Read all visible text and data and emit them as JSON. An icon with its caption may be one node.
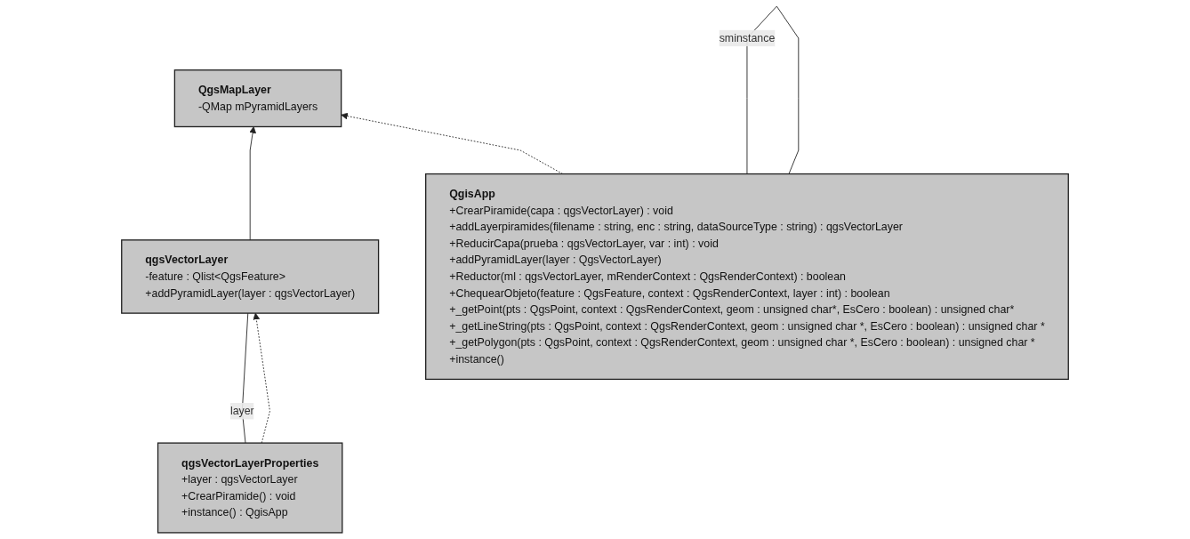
{
  "diagram": {
    "nodes": [
      {
        "text": [
          "qgsVectorLayer",
          "-feature : Qlist<QgsFeature>",
          "+addPyramidLayer(layer : qgsVectorLayer)"
        ]
      },
      {
        "text": [
          "QgsMapLayer",
          "-QMap mPyramidLayers"
        ]
      },
      {
        "text": [
          "qgsVectorLayerProperties",
          "+layer : qgsVectorLayer",
          "+CrearPiramide() : void",
          "+instance() : QgisApp"
        ]
      },
      {
        "text": [
          "QgisApp",
          "+CrearPiramide(capa : qgsVectorLayer) : void",
          "+addLayerpiramides(filename : string, enc : string, dataSourceType : string) : qgsVectorLayer",
          "+ReducirCapa(prueba : qgsVectorLayer, var : int) : void",
          "+addPyramidLayer(layer : QgsVectorLayer)",
          "+Reductor(ml : qgsVectorLayer, mRenderContext : QgsRenderContext) : boolean",
          "+ChequearObjeto(feature : QgsFeature, context : QgsRenderContext, layer : int) : boolean",
          "+_getPoint(pts : QgsPoint, context : QgsRenderContext, geom : unsigned char*, EsCero : boolean) : unsigned char*",
          "+_getLineString(pts : QgsPoint, context : QgsRenderContext, geom : unsigned char *, EsCero : boolean) : unsigned char *",
          "+_getPolygon(pts : QgsPoint, context : QgsRenderContext, geom : unsigned char *, EsCero : boolean) : unsigned char *",
          "+instance()"
        ]
      }
    ],
    "edges": [
      {
        "from": 0,
        "to": 1,
        "arrow": "to"
      },
      {
        "from": 2,
        "to": 0,
        "arrow": "none",
        "label": "layer"
      },
      {
        "from": 2,
        "to": 0,
        "arrow": "to",
        "style": "dashed"
      },
      {
        "from": 3,
        "to": 1,
        "arrow": "to",
        "style": "dashed"
      },
      {
        "from": 3,
        "to": 3,
        "arrow": "none",
        "label": "sminstance"
      }
    ]
  }
}
